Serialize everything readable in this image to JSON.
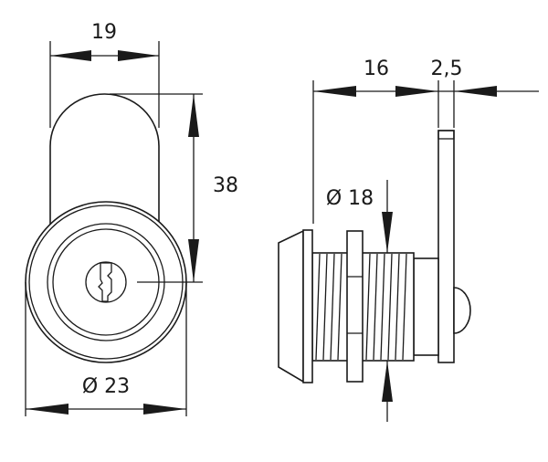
{
  "drawing": {
    "title": "Cam lock dimensional drawing",
    "front_view": {
      "width_label": "19",
      "height_label": "38",
      "diameter_label": "Ø 23"
    },
    "side_view": {
      "length_label": "16",
      "cam_thickness_label": "2,5",
      "thread_diameter_label": "Ø 18"
    },
    "line_color": "#1a1a1a"
  }
}
